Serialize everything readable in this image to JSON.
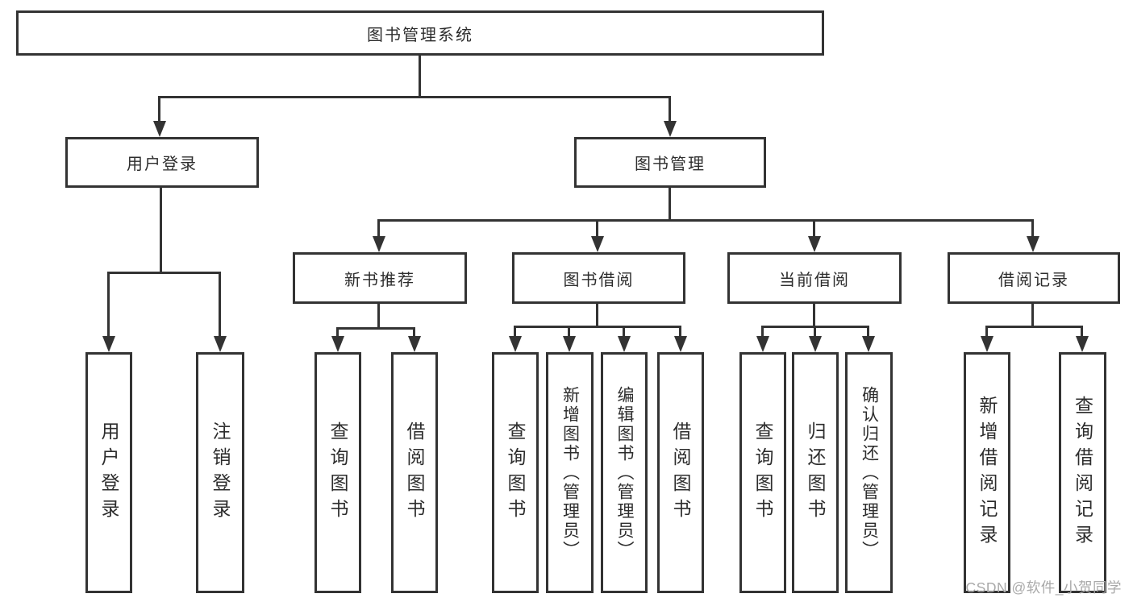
{
  "tree": {
    "root": {
      "label": "图书管理系统"
    },
    "branches": [
      {
        "label": "用户登录",
        "leaves": [
          {
            "label": "用户登录"
          },
          {
            "label": "注销登录"
          }
        ]
      },
      {
        "label": "图书管理",
        "groups": [
          {
            "label": "新书推荐",
            "leaves": [
              {
                "label": "查询图书"
              },
              {
                "label": "借阅图书"
              }
            ]
          },
          {
            "label": "图书借阅",
            "leaves": [
              {
                "label": "查询图书"
              },
              {
                "label": "新增图书（管理员）"
              },
              {
                "label": "编辑图书（管理员）"
              },
              {
                "label": "借阅图书"
              }
            ]
          },
          {
            "label": "当前借阅",
            "leaves": [
              {
                "label": "查询图书"
              },
              {
                "label": "归还图书"
              },
              {
                "label": "确认归还（管理员）"
              }
            ]
          },
          {
            "label": "借阅记录",
            "leaves": [
              {
                "label": "新增借阅记录"
              },
              {
                "label": "查询借阅记录"
              }
            ]
          }
        ]
      }
    ]
  },
  "watermark": {
    "text": "CSDN @软件_小贺同学"
  },
  "colors": {
    "line": "#333333",
    "text": "#2d2d2d",
    "watermark": "#a9a9a9",
    "background": "#ffffff"
  }
}
